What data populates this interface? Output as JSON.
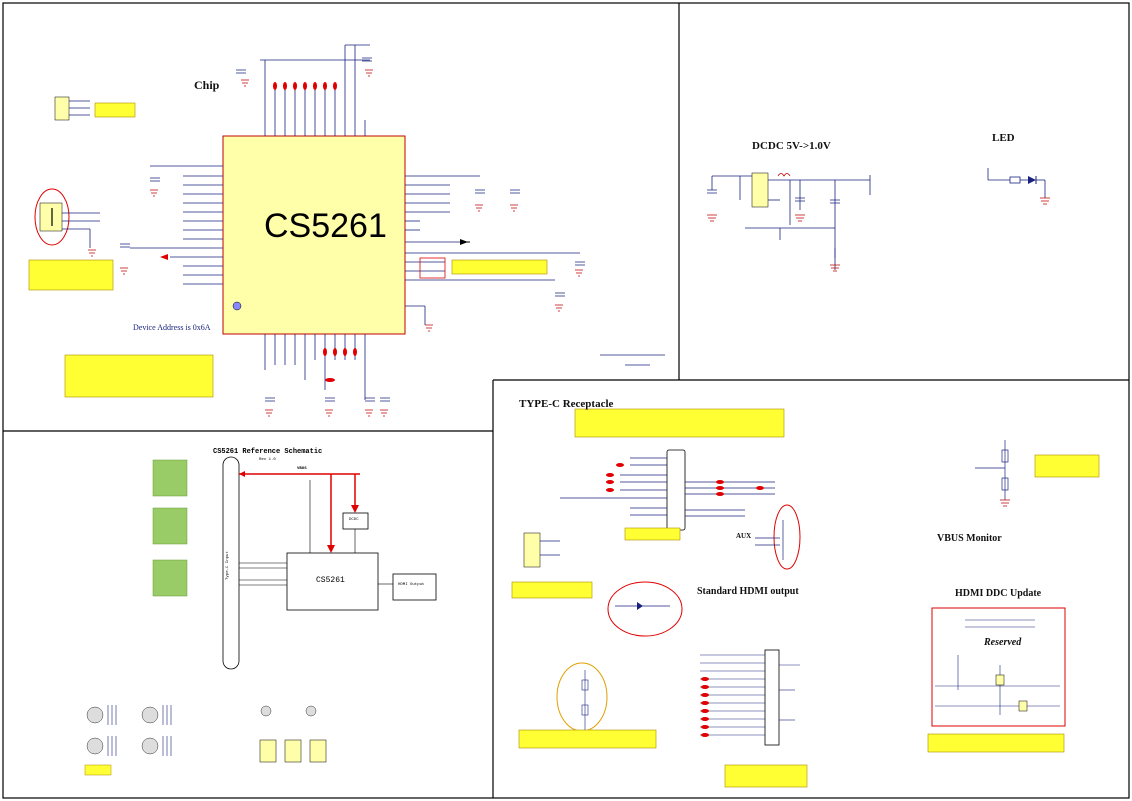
{
  "sections": {
    "chip": {
      "title": "Chip",
      "part": "CS5261",
      "address_note": "Device Address is 0x6A"
    },
    "dcdc": {
      "title": "DCDC 5V->1.0V"
    },
    "led": {
      "title": "LED"
    },
    "reference": {
      "title": "CS5261 Reference Schematic",
      "rev": "Rev 1.0",
      "chip_label": "CS5261",
      "dcdc_label": "DCDC",
      "vbus_label": "VBUS",
      "hdmi_output": "HDMI Output",
      "typec_input": "Type-C Input"
    },
    "typec": {
      "title": "TYPE-C Receptacle",
      "aux_label": "AUX"
    },
    "vbus_monitor": {
      "title": "VBUS Monitor"
    },
    "hdmi_output": {
      "title": "Standard HDMI output"
    },
    "hdmi_ddc": {
      "title": "HDMI DDC Update",
      "reserved": "Reserved"
    }
  },
  "colors": {
    "note_bg": "#ffff33",
    "wire_blue": "#1a237e",
    "red_net": "#e00000",
    "chip_fill": "#ffffaa",
    "chip_border": "#c00000"
  }
}
